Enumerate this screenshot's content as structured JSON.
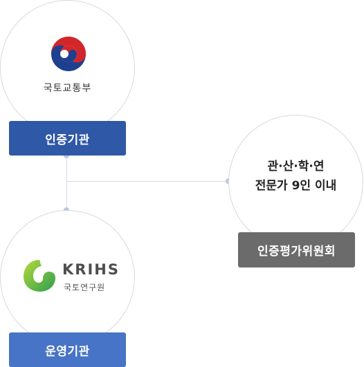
{
  "certification_body": {
    "org_name": "국토교통부",
    "label": "인증기관",
    "label_color": "#2f58a6",
    "logo_icon": "taegeuk-emblem-icon"
  },
  "operating_body": {
    "org_name_en": "KRIHS",
    "org_name_ko": "국토연구원",
    "label": "운영기관",
    "label_color": "#4774c6",
    "logo_icon": "krihs-leaf-icon"
  },
  "evaluation_committee": {
    "line1": "관·산·학·연",
    "line2": "전문가 9인 이내",
    "label": "인증평가위원회",
    "label_color": "#6b6b6b"
  }
}
